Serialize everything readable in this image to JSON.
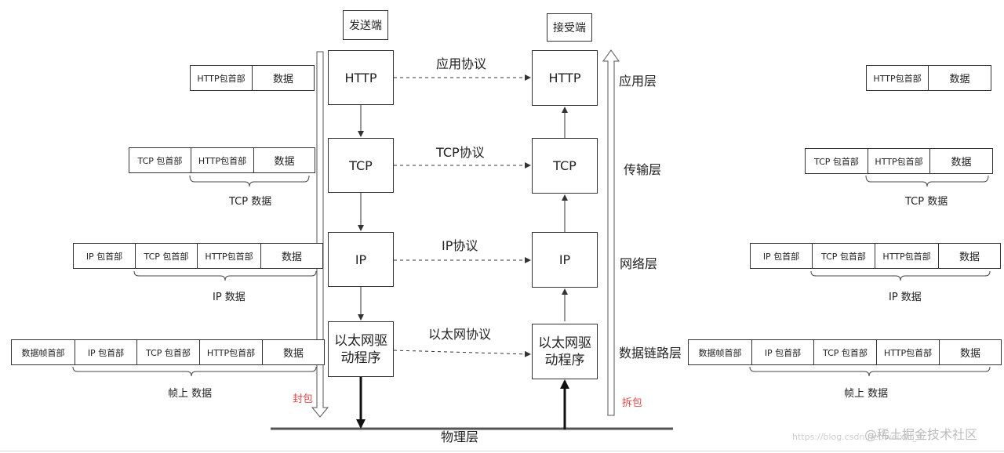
{
  "sender_title": "发送端",
  "receiver_title": "接受端",
  "sender_stack": [
    "HTTP",
    "TCP",
    "IP",
    "以太网驱动程序"
  ],
  "receiver_stack": [
    "HTTP",
    "TCP",
    "IP",
    "以太网驱动程序"
  ],
  "protocols": [
    "应用协议",
    "TCP协议",
    "IP协议",
    "以太网协议"
  ],
  "layers": [
    "应用层",
    "传输层",
    "网络层",
    "数据链路层"
  ],
  "physical_layer": "物理层",
  "encapsulate": "封包",
  "decapsulate": "拆包",
  "packets": {
    "http": [
      "HTTP包首部",
      "数据"
    ],
    "tcp": [
      "TCP 包首部",
      "HTTP包首部",
      "数据"
    ],
    "ip": [
      "IP 包首部",
      "TCP 包首部",
      "HTTP包首部",
      "数据"
    ],
    "frame": [
      "数据帧首部",
      "IP 包首部",
      "TCP 包首部",
      "HTTP包首部",
      "数据"
    ]
  },
  "captions": {
    "tcp": "TCP 数据",
    "ip": "IP 数据",
    "frame": "帧上 数据"
  },
  "watermark": "@稀土掘金技术社区",
  "watermark_sub": "https://blog.csdn.net/weixin_4..."
}
